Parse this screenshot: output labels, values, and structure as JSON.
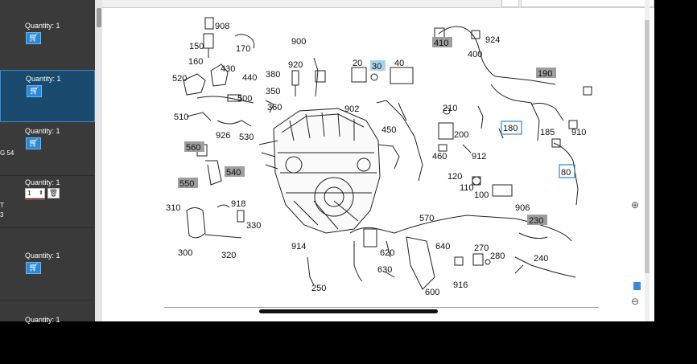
{
  "sidebar": {
    "rows": [
      {
        "quantity": "Quantity: 1",
        "type": "cart"
      },
      {
        "quantity": "Quantity: 1",
        "type": "cart"
      },
      {
        "quantity": "Quantity: 1",
        "type": "cart",
        "side_text": "G 54"
      },
      {
        "quantity": "Quantity: 1",
        "type": "stepper",
        "stepper_value": "1",
        "side_text_1": "T",
        "side_text_2": "3"
      },
      {
        "quantity": "Quantity: 1",
        "type": "cart"
      },
      {
        "quantity": "Quantity: 1",
        "type": "cart"
      }
    ]
  },
  "zoom": {
    "in_icon": "zoom-in-icon",
    "out_icon": "zoom-out-icon"
  },
  "diagram": {
    "part_numbers": [
      "908",
      "150",
      "170",
      "900",
      "160",
      "430",
      "380",
      "920",
      "20",
      "30",
      "40",
      "410",
      "924",
      "400",
      "520",
      "440",
      "350",
      "500",
      "360",
      "902",
      "190",
      "510",
      "926",
      "530",
      "210",
      "450",
      "200",
      "180",
      "185",
      "910",
      "560",
      "540",
      "460",
      "912",
      "80",
      "550",
      "120",
      "110",
      "100",
      "906",
      "310",
      "918",
      "330",
      "570",
      "230",
      "914",
      "640",
      "620",
      "270",
      "280",
      "240",
      "630",
      "300",
      "320",
      "600",
      "250",
      "916"
    ],
    "highlight_gray": [
      "410",
      "190",
      "560",
      "540",
      "550",
      "230"
    ],
    "highlight_blue": [
      "30"
    ],
    "boxed": [
      "180",
      "80"
    ]
  }
}
